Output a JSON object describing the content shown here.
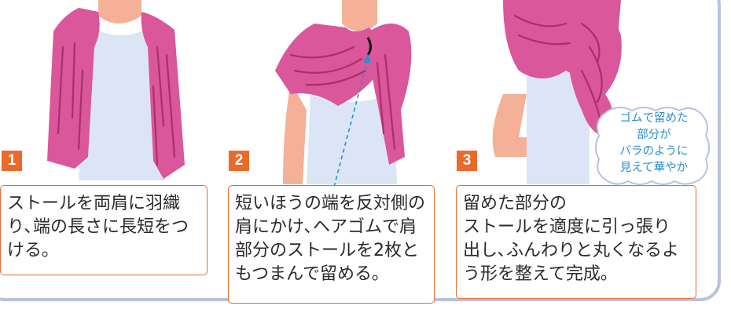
{
  "steps": [
    {
      "number": "1",
      "text": "ストールを両肩に羽織\nり､端の長さに長短をつ\nける｡"
    },
    {
      "number": "2",
      "text": "短いほうの端を反対側の\n肩にかけ､ヘアゴムで肩\n部分のストールを2枚と\nもつまんで留める｡"
    },
    {
      "number": "3",
      "text": "留めた部分の\nストールを適度に引っ張り\n出し､ふんわりと丸くなるよ\nう形を整えて完成｡"
    }
  ],
  "callout": {
    "text": "ゴムで留めた\n部分が\nバラのように\n見えて華やか"
  },
  "colors": {
    "stole": "#d9579a",
    "stole_line": "#a8306c",
    "skin": "#f4b197",
    "dress": "#dbe5f5",
    "step_badge": "#ea6a2c",
    "frame": "#b9c2e0",
    "callout_text": "#2a8fcf"
  }
}
